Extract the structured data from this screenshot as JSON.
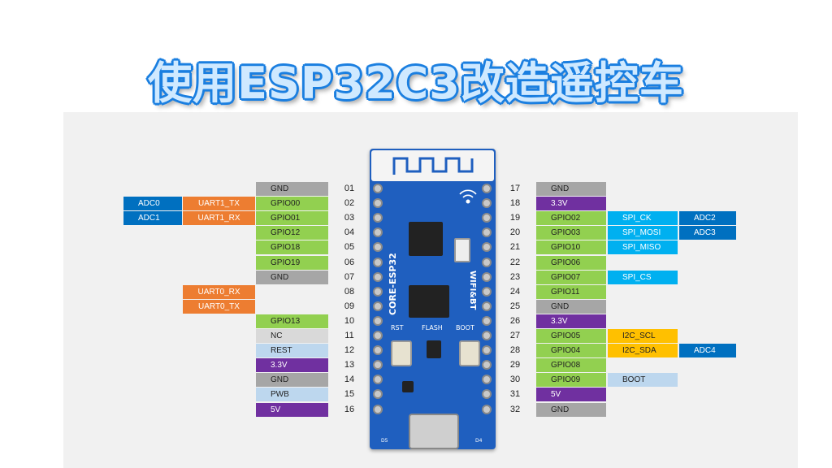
{
  "title": "使用ESP32C3改造遥控车",
  "colors": {
    "gnd": "#a6a6a6",
    "gpio": "#92d050",
    "power": "#7030a0",
    "uart": "#ed7d31",
    "adc": "#0070c0",
    "spi": "#00b0f0",
    "i2c": "#ffc000",
    "nc": "#d9d9d9",
    "ctrl": "#bdd7ee"
  },
  "board": {
    "silkscreen": {
      "name": "CORE-ESP32",
      "wifi": "WIFI&BT",
      "rst": "RST",
      "flash": "FLASH",
      "boot": "BOOT",
      "d5": "D5",
      "d4": "D4"
    }
  },
  "left_pins": [
    {
      "num": "01",
      "name": "GND",
      "type": "gnd",
      "f1": "",
      "f1type": "",
      "f2": "",
      "f2type": ""
    },
    {
      "num": "02",
      "name": "GPIO00",
      "type": "gpio",
      "f1": "UART1_TX",
      "f1type": "uart",
      "f2": "ADC0",
      "f2type": "adc"
    },
    {
      "num": "03",
      "name": "GPIO01",
      "type": "gpio",
      "f1": "UART1_RX",
      "f1type": "uart",
      "f2": "ADC1",
      "f2type": "adc"
    },
    {
      "num": "04",
      "name": "GPIO12",
      "type": "gpio",
      "f1": "",
      "f1type": "",
      "f2": "",
      "f2type": ""
    },
    {
      "num": "05",
      "name": "GPIO18",
      "type": "gpio",
      "f1": "",
      "f1type": "",
      "f2": "",
      "f2type": ""
    },
    {
      "num": "06",
      "name": "GPIO19",
      "type": "gpio",
      "f1": "",
      "f1type": "",
      "f2": "",
      "f2type": ""
    },
    {
      "num": "07",
      "name": "GND",
      "type": "gnd",
      "f1": "",
      "f1type": "",
      "f2": "",
      "f2type": ""
    },
    {
      "num": "08",
      "name": "",
      "type": "",
      "f1": "UART0_RX",
      "f1type": "uart",
      "f2": "",
      "f2type": ""
    },
    {
      "num": "09",
      "name": "",
      "type": "",
      "f1": "UART0_TX",
      "f1type": "uart",
      "f2": "",
      "f2type": ""
    },
    {
      "num": "10",
      "name": "GPIO13",
      "type": "gpio",
      "f1": "",
      "f1type": "",
      "f2": "",
      "f2type": ""
    },
    {
      "num": "11",
      "name": "NC",
      "type": "nc",
      "f1": "",
      "f1type": "",
      "f2": "",
      "f2type": ""
    },
    {
      "num": "12",
      "name": "REST",
      "type": "ctrl",
      "f1": "",
      "f1type": "",
      "f2": "",
      "f2type": ""
    },
    {
      "num": "13",
      "name": "3.3V",
      "type": "power",
      "f1": "",
      "f1type": "",
      "f2": "",
      "f2type": ""
    },
    {
      "num": "14",
      "name": "GND",
      "type": "gnd",
      "f1": "",
      "f1type": "",
      "f2": "",
      "f2type": ""
    },
    {
      "num": "15",
      "name": "PWB",
      "type": "ctrl",
      "f1": "",
      "f1type": "",
      "f2": "",
      "f2type": ""
    },
    {
      "num": "16",
      "name": "5V",
      "type": "power",
      "f1": "",
      "f1type": "",
      "f2": "",
      "f2type": ""
    }
  ],
  "right_pins": [
    {
      "num": "17",
      "name": "GND",
      "type": "gnd",
      "f1": "",
      "f1type": "",
      "f2": "",
      "f2type": ""
    },
    {
      "num": "18",
      "name": "3.3V",
      "type": "power",
      "f1": "",
      "f1type": "",
      "f2": "",
      "f2type": ""
    },
    {
      "num": "19",
      "name": "GPIO02",
      "type": "gpio",
      "f1": "SPI_CK",
      "f1type": "spi",
      "f2": "ADC2",
      "f2type": "adc"
    },
    {
      "num": "20",
      "name": "GPIO03",
      "type": "gpio",
      "f1": "SPI_MOSI",
      "f1type": "spi",
      "f2": "ADC3",
      "f2type": "adc"
    },
    {
      "num": "21",
      "name": "GPIO10",
      "type": "gpio",
      "f1": "SPI_MISO",
      "f1type": "spi",
      "f2": "",
      "f2type": ""
    },
    {
      "num": "22",
      "name": "GPIO06",
      "type": "gpio",
      "f1": "",
      "f1type": "",
      "f2": "",
      "f2type": ""
    },
    {
      "num": "23",
      "name": "GPIO07",
      "type": "gpio",
      "f1": "SPI_CS",
      "f1type": "spi",
      "f2": "",
      "f2type": ""
    },
    {
      "num": "24",
      "name": "GPIO11",
      "type": "gpio",
      "f1": "",
      "f1type": "",
      "f2": "",
      "f2type": ""
    },
    {
      "num": "25",
      "name": "GND",
      "type": "gnd",
      "f1": "",
      "f1type": "",
      "f2": "",
      "f2type": ""
    },
    {
      "num": "26",
      "name": "3.3V",
      "type": "power",
      "f1": "",
      "f1type": "",
      "f2": "",
      "f2type": ""
    },
    {
      "num": "27",
      "name": "GPIO05",
      "type": "gpio",
      "f1": "I2C_SCL",
      "f1type": "i2c",
      "f2": "",
      "f2type": ""
    },
    {
      "num": "28",
      "name": "GPIO04",
      "type": "gpio",
      "f1": "I2C_SDA",
      "f1type": "i2c",
      "f2": "ADC4",
      "f2type": "adc"
    },
    {
      "num": "29",
      "name": "GPIO08",
      "type": "gpio",
      "f1": "",
      "f1type": "",
      "f2": "",
      "f2type": ""
    },
    {
      "num": "30",
      "name": "GPIO09",
      "type": "gpio",
      "f1": "BOOT",
      "f1type": "ctrl",
      "f2": "",
      "f2type": ""
    },
    {
      "num": "31",
      "name": "5V",
      "type": "power",
      "f1": "",
      "f1type": "",
      "f2": "",
      "f2type": ""
    },
    {
      "num": "32",
      "name": "GND",
      "type": "gnd",
      "f1": "",
      "f1type": "",
      "f2": "",
      "f2type": ""
    }
  ]
}
